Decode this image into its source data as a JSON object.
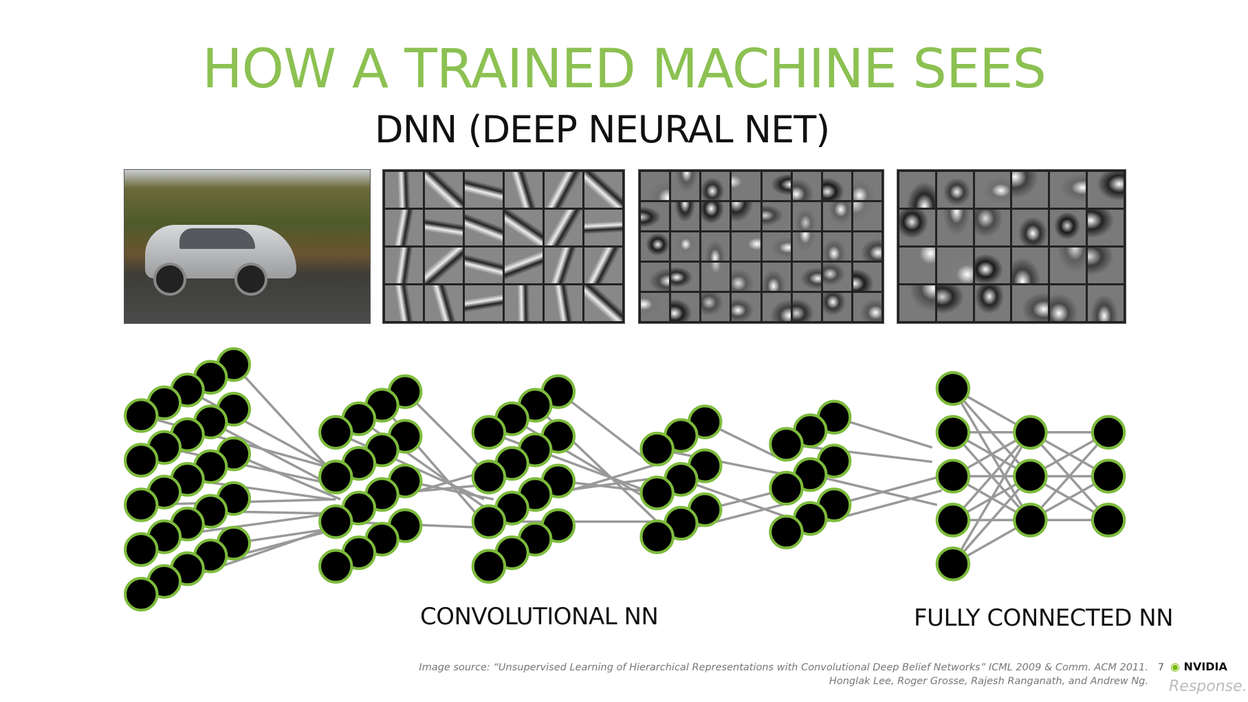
{
  "title": "HOW A TRAINED MACHINE SEES",
  "subtitle": "DNN (DEEP NEURAL NET)",
  "labels": {
    "conv": "CONVOLUTIONAL NN",
    "fc": "FULLY CONNECTED NN"
  },
  "footer": {
    "line1": "Image source: “Unsupervised Learning of Hierarchical Representations with Convolutional Deep Belief Networks” ICML 2009 & Comm. ACM 2011.",
    "line2": "Honglak Lee, Roger Grosse, Rajesh Ranganath, and Andrew Ng."
  },
  "page_number": "7",
  "logo": "NVIDIA",
  "watermark": "Response.",
  "colors": {
    "title": "#8cc152",
    "node_ring": "#7dbb3c",
    "node_fill": "#000000",
    "edge": "#999999"
  },
  "panels": [
    {
      "name": "input-car-photo"
    },
    {
      "name": "layer1-edge-filters",
      "cols": 6,
      "rows": 4
    },
    {
      "name": "layer2-part-filters",
      "cols": 8,
      "rows": 5
    },
    {
      "name": "layer3-object-filters",
      "cols": 6,
      "rows": 4
    }
  ],
  "network": {
    "conv_layers": [
      [
        5,
        5
      ],
      [
        4,
        4
      ],
      [
        4,
        4
      ],
      [
        3,
        3
      ],
      [
        3,
        3
      ]
    ],
    "fc_layers": [
      5,
      3,
      3
    ]
  }
}
